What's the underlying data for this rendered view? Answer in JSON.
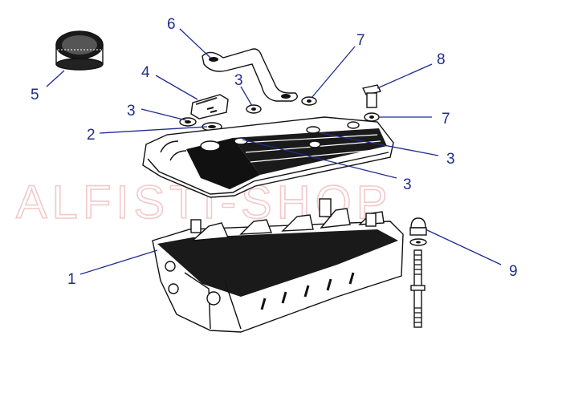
{
  "watermark": "ALFISTI-SHOP",
  "callouts": [
    {
      "id": "c1",
      "text": "1"
    },
    {
      "id": "c2",
      "text": "2"
    },
    {
      "id": "c3a",
      "text": "3"
    },
    {
      "id": "c3b",
      "text": "3"
    },
    {
      "id": "c3c",
      "text": "3"
    },
    {
      "id": "c3d",
      "text": "3"
    },
    {
      "id": "c4",
      "text": "4"
    },
    {
      "id": "c5",
      "text": "5"
    },
    {
      "id": "c6",
      "text": "6"
    },
    {
      "id": "c7a",
      "text": "7"
    },
    {
      "id": "c7b",
      "text": "7"
    },
    {
      "id": "c8",
      "text": "8"
    },
    {
      "id": "c9",
      "text": "9"
    }
  ],
  "colors": {
    "callout": "#1f2d8f",
    "watermark": "#f1c9c9",
    "ink": "#111111"
  }
}
